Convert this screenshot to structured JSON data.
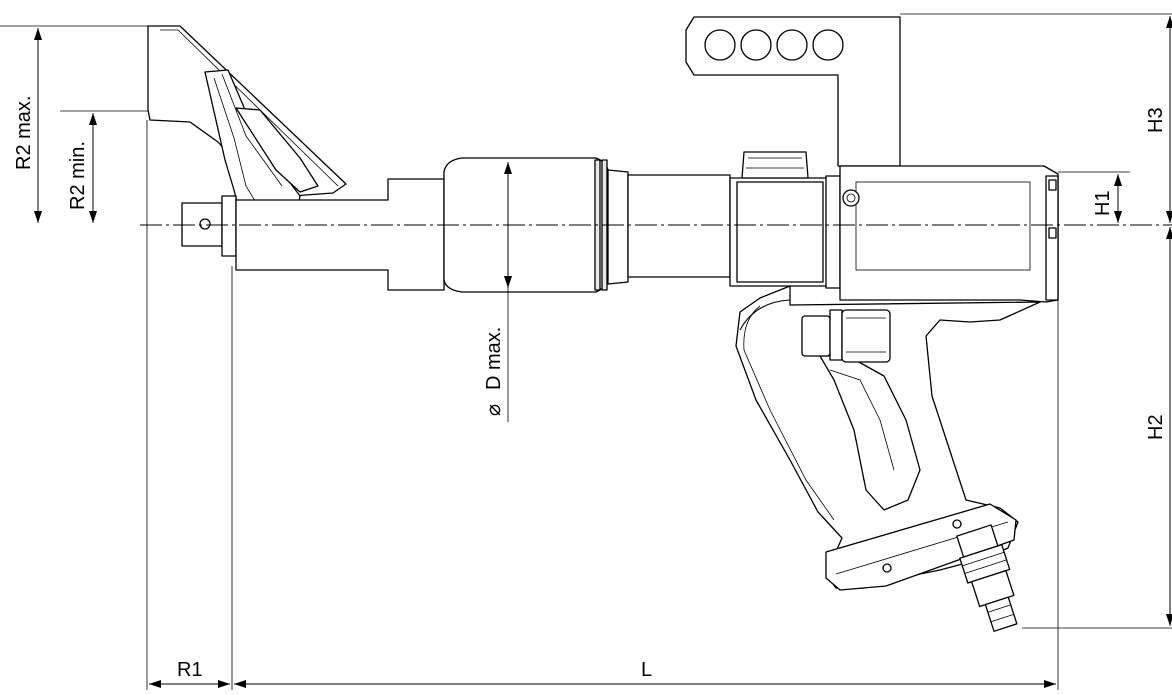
{
  "dimension_labels": {
    "r2_max": "R2 max.",
    "r2_min": "R2 min.",
    "r1": "R1",
    "l": "L",
    "d_max": "D max.",
    "diameter_symbol": "⌀",
    "h1": "H1",
    "h2": "H2",
    "h3": "H3"
  }
}
